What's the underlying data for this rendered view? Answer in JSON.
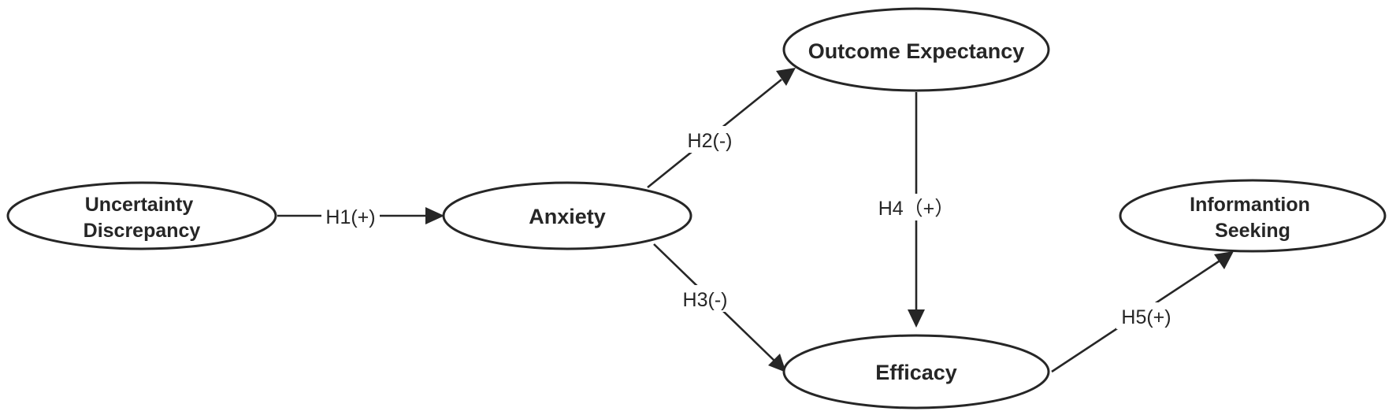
{
  "colors": {
    "stroke": "#262626",
    "background": "#ffffff",
    "text": "#262626"
  },
  "nodes": {
    "uncertainty": {
      "lines": [
        "Uncertainty",
        "Discrepancy"
      ]
    },
    "anxiety": {
      "lines": [
        "Anxiety"
      ]
    },
    "outcome": {
      "lines": [
        "Outcome Expectancy"
      ]
    },
    "efficacy": {
      "lines": [
        "Efficacy"
      ]
    },
    "info_seeking": {
      "lines": [
        "Informantion",
        "Seeking"
      ]
    }
  },
  "edges": {
    "h1": {
      "label": "H1(+)"
    },
    "h2": {
      "label": "H2(-)"
    },
    "h3": {
      "label": "H3(-)"
    },
    "h4": {
      "label": "H4（+）"
    },
    "h5": {
      "label": "H5(+)"
    }
  }
}
